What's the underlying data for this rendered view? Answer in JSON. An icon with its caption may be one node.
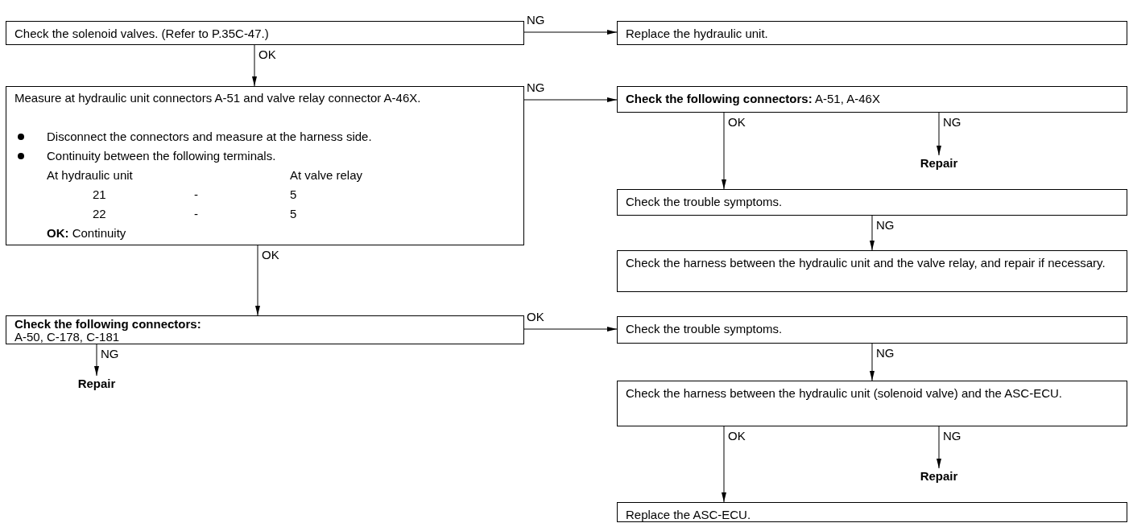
{
  "diagram": {
    "nodes": [
      {
        "text": [
          "Check the solenoid valves. (Refer to P.35C-47.)"
        ]
      },
      {
        "text": [
          "Replace the hydraulic unit."
        ]
      },
      {
        "text": [
          "Measure at hydraulic unit connectors A-51 and valve relay connector A-46X.",
          "Disconnect the connectors and measure at the harness side.",
          "Continuity between the following terminals.",
          "At hydraulic unit",
          "At valve relay",
          "21",
          "-",
          "5",
          "22",
          "-",
          "5",
          "**OK:** Continuity"
        ]
      },
      {
        "text": [
          "**Check the following connectors:** A-51, A-46X"
        ]
      },
      {
        "text": [
          "Repair"
        ]
      },
      {
        "text": [
          "Check the trouble symptoms."
        ]
      },
      {
        "text": [
          "Check the harness between the hydraulic unit and the valve relay, and repair if necessary."
        ]
      },
      {
        "text": [
          "Check the following connectors:",
          "A-50, C-178, C-181"
        ]
      },
      {
        "text": [
          "Repair"
        ]
      },
      {
        "text": [
          "Check the trouble symptoms."
        ]
      },
      {
        "text": [
          "Check the harness between the hydraulic unit (solenoid valve) and the ASC-ECU."
        ]
      },
      {
        "text": [
          "Repair"
        ]
      },
      {
        "text": [
          "Replace the ASC-ECU."
        ]
      }
    ],
    "edges": [
      {
        "from": 0,
        "to": 1,
        "arrow": "to",
        "label": "NG"
      },
      {
        "from": 0,
        "to": 2,
        "arrow": "to",
        "label": "OK"
      },
      {
        "from": 2,
        "to": 3,
        "arrow": "to",
        "label": "NG"
      },
      {
        "from": 3,
        "to": 5,
        "arrow": "to",
        "label": "OK"
      },
      {
        "from": 3,
        "to": 4,
        "arrow": "to",
        "label": "NG"
      },
      {
        "from": 5,
        "to": 6,
        "arrow": "to",
        "label": "NG"
      },
      {
        "from": 2,
        "to": 7,
        "arrow": "to",
        "label": "OK"
      },
      {
        "from": 7,
        "to": 9,
        "arrow": "to",
        "label": "OK"
      },
      {
        "from": 7,
        "to": 8,
        "arrow": "to",
        "label": "NG"
      },
      {
        "from": 9,
        "to": 10,
        "arrow": "to",
        "label": "NG"
      },
      {
        "from": 10,
        "to": 12,
        "arrow": "to",
        "label": "OK"
      },
      {
        "from": 10,
        "to": 11,
        "arrow": "to",
        "label": "NG"
      }
    ]
  }
}
